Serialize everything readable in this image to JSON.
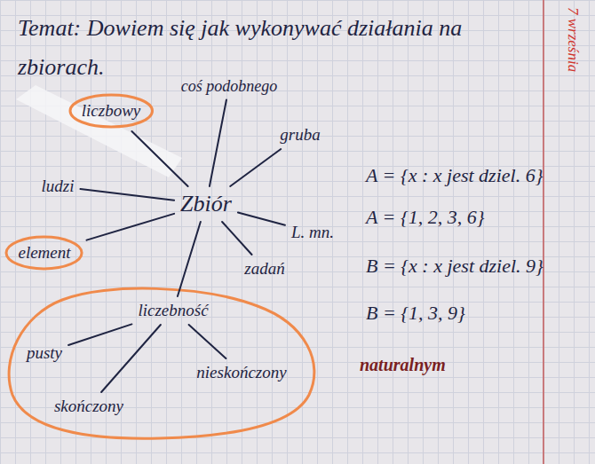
{
  "diagram": {
    "title": "Temat: Dowiem się jak wykonywać działania na zbiorach.",
    "nodes": [
      {
        "text": [
          "liczbowy"
        ]
      },
      {
        "text": [
          "coś podobnego"
        ]
      },
      {
        "text": [
          "gruba"
        ]
      },
      {
        "text": [
          "ludzi"
        ]
      },
      {
        "text": [
          "Zbiór"
        ]
      },
      {
        "text": [
          "L. mn."
        ]
      },
      {
        "text": [
          "element"
        ]
      },
      {
        "text": [
          "zadań"
        ]
      },
      {
        "text": [
          "liczebność"
        ]
      },
      {
        "text": [
          "pusty"
        ]
      },
      {
        "text": [
          "skończony"
        ]
      },
      {
        "text": [
          "nieskończony"
        ]
      }
    ],
    "edges": [
      {
        "from": 4,
        "to": 0,
        "arrow": "none"
      },
      {
        "from": 4,
        "to": 1,
        "arrow": "none"
      },
      {
        "from": 4,
        "to": 2,
        "arrow": "none"
      },
      {
        "from": 4,
        "to": 3,
        "arrow": "none"
      },
      {
        "from": 4,
        "to": 5,
        "arrow": "none"
      },
      {
        "from": 4,
        "to": 6,
        "arrow": "none"
      },
      {
        "from": 4,
        "to": 7,
        "arrow": "none"
      },
      {
        "from": 4,
        "to": 8,
        "arrow": "none"
      },
      {
        "from": 8,
        "to": 9,
        "arrow": "none"
      },
      {
        "from": 8,
        "to": 10,
        "arrow": "none"
      },
      {
        "from": 8,
        "to": 11,
        "arrow": "none"
      }
    ],
    "labels": [
      "7 września",
      "A = {x : x jest dziel. 6}",
      "A = {1, 2, 3, 6}",
      "B = {x : x jest dziel. 9}",
      "B = {1, 3, 9}",
      "naturalnym"
    ]
  }
}
